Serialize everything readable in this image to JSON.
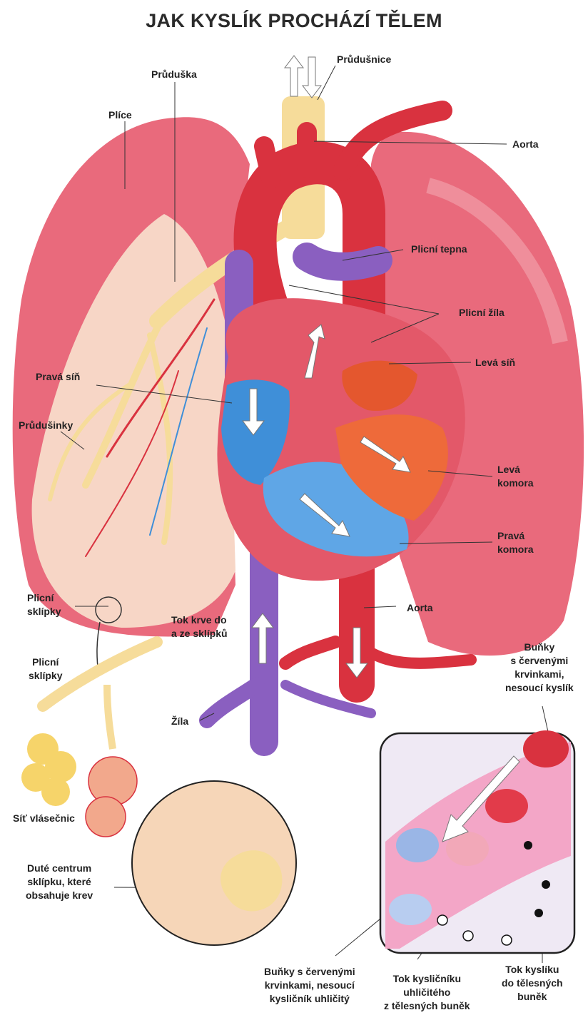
{
  "title": "JAK KYSLÍK PROCHÁZÍ TĚLEM",
  "labels": {
    "prudusnice": "Průdušnice",
    "pruduska": "Průduška",
    "plice": "Plíce",
    "aorta_top": "Aorta",
    "plicni_tepna": "Plicní tepna",
    "plicni_zila": "Plicní žíla",
    "leva_sin": "Levá síň",
    "prava_sin": "Pravá síň",
    "prudusinky": "Průdušinky",
    "leva_komora_1": "Levá",
    "leva_komora_2": "komora",
    "prava_komora_1": "Pravá",
    "prava_komora_2": "komora",
    "plicni_sklipky_a_1": "Plicní",
    "plicni_sklipky_a_2": "sklípky",
    "aorta_bottom": "Aorta",
    "tok_krve_1": "Tok krve do",
    "tok_krve_2": "a ze sklípků",
    "plicni_sklipky_b_1": "Plicní",
    "plicni_sklipky_b_2": "sklípky",
    "zila": "Žíla",
    "bunky_kyslik_1": "Buňky",
    "bunky_kyslik_2": "s červenými",
    "bunky_kyslik_3": "krvinkami,",
    "bunky_kyslik_4": "nesoucí kyslík",
    "sit_vlasecnic": "Síť vlásečnic",
    "dute_centrum_1": "Duté centrum",
    "dute_centrum_2": "sklípku, které",
    "dute_centrum_3": "obsahuje krev",
    "bunky_co2_1": "Buňky s červenými",
    "bunky_co2_2": "krvinkami, nesoucí",
    "bunky_co2_3": "kysličník uhličitý",
    "tok_co2_1": "Tok kysličníku",
    "tok_co2_2": "uhličitého",
    "tok_co2_3": "z tělesných buněk",
    "tok_kysliku_1": "Tok kyslíku",
    "tok_kysliku_2": "do tělesných",
    "tok_kysliku_3": "buněk"
  },
  "colors": {
    "lung": "#e96a7c",
    "lung_light": "#f4a6b0",
    "artery": "#d9323f",
    "vein": "#8a5fc0",
    "deoxy_blood": "#3f8fd8",
    "oxy_blood": "#e4572e",
    "airway": "#f6dc9a"
  }
}
